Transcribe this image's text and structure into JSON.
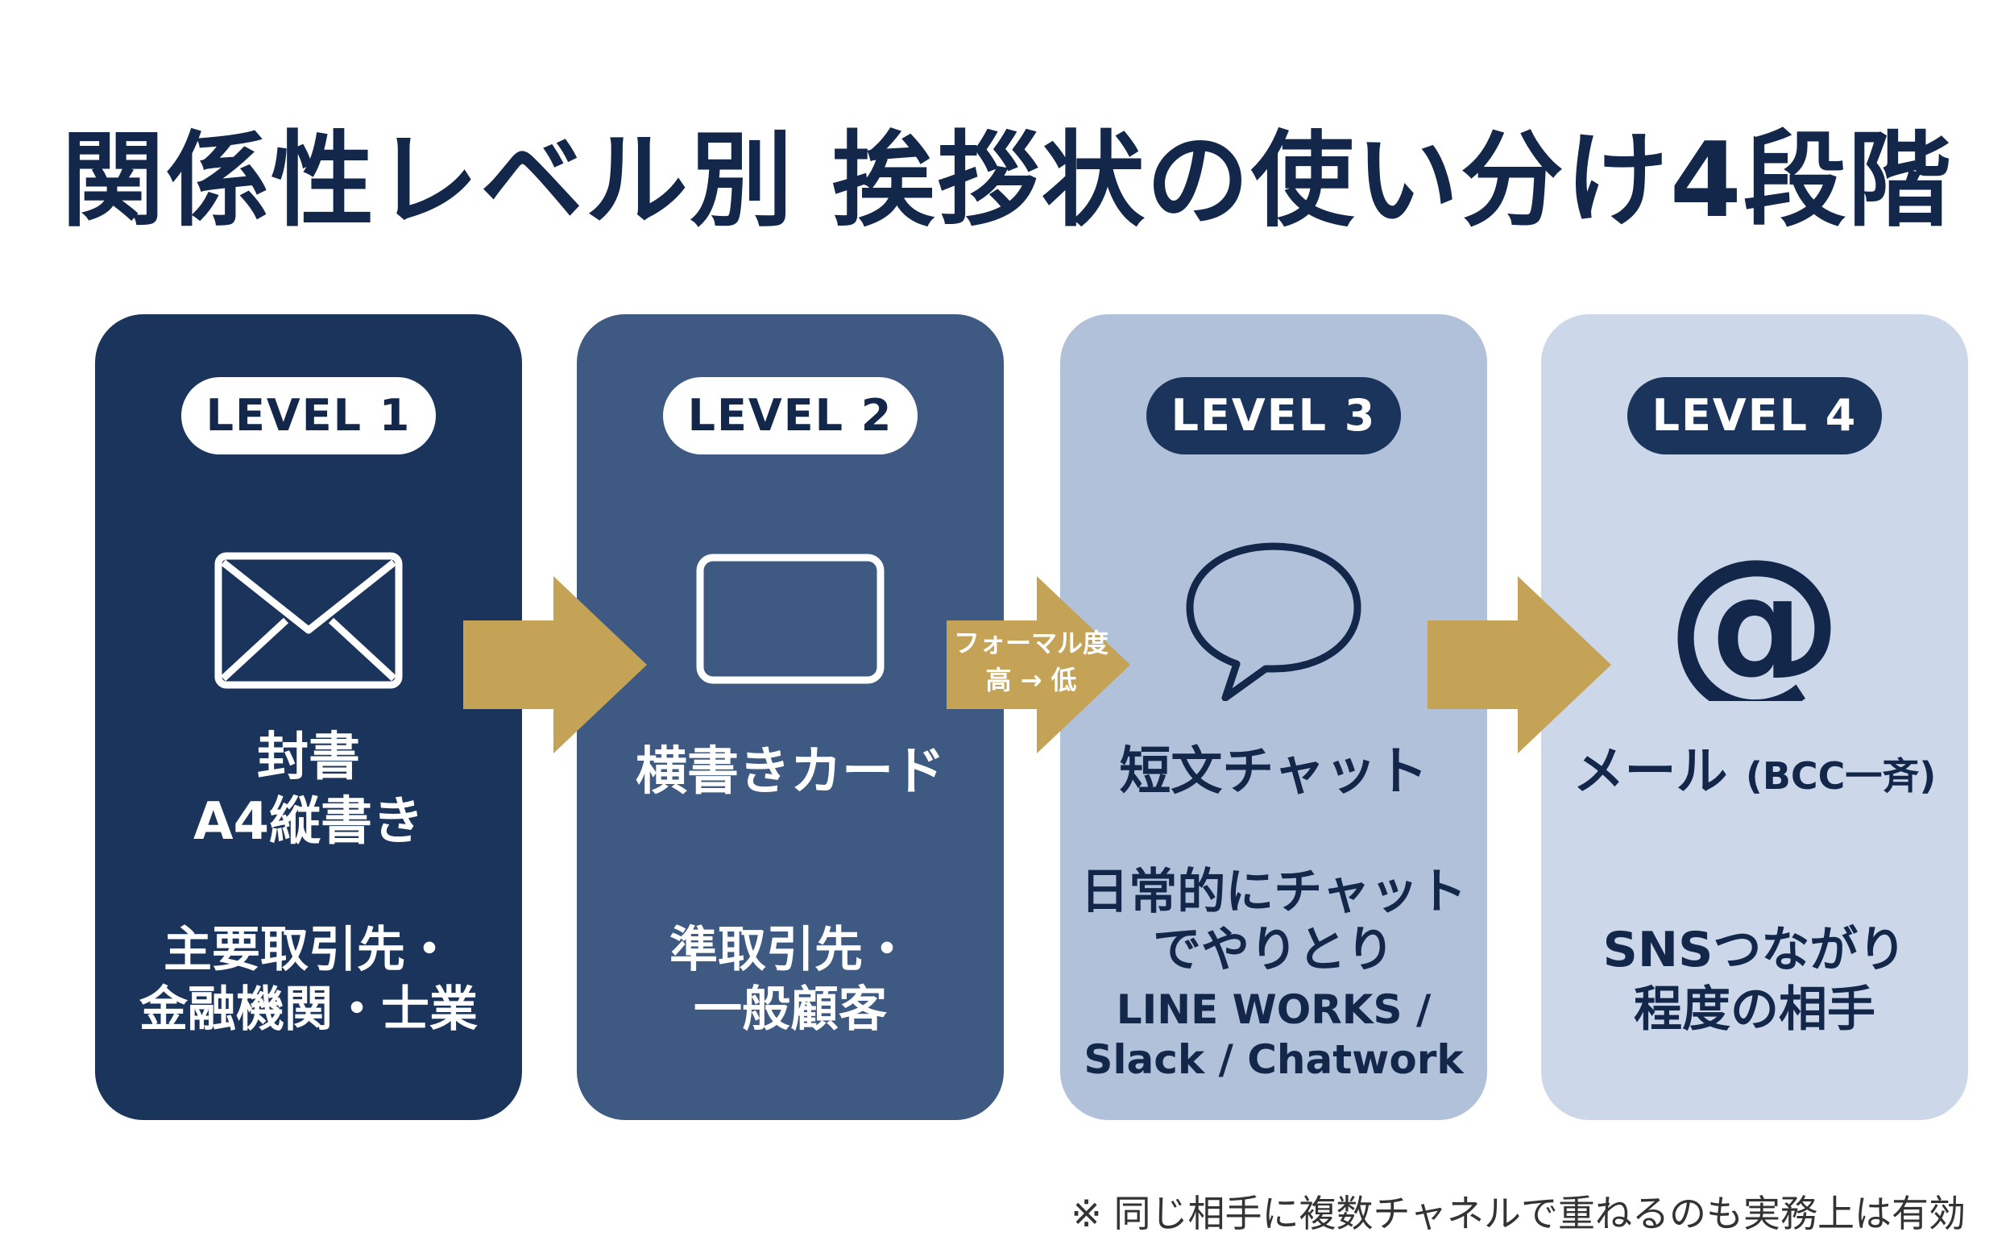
{
  "title": "関係性レベル別 挨拶状の使い分け4段階",
  "colors": {
    "navy": "#1b345c",
    "blue": "#3e5a82",
    "light_blue": "#b1c1da",
    "pale_blue": "#ccd8ea",
    "gold": "#c4a357"
  },
  "levels": [
    {
      "badge": "LEVEL 1",
      "icon": "envelope-icon",
      "name_line1": "封書",
      "name_line2": "A4縦書き",
      "desc_line1": "主要取引先・",
      "desc_line2": "金融機関・士業"
    },
    {
      "badge": "LEVEL 2",
      "icon": "card-icon",
      "name_line1": "横書きカード",
      "desc_line1": "準取引先・",
      "desc_line2": "一般顧客"
    },
    {
      "badge": "LEVEL 3",
      "icon": "chat-bubble-icon",
      "name_line1": "短文チャット",
      "desc_line1": "日常的にチャット",
      "desc_line2": "でやりとり",
      "sub_line1": "LINE WORKS /",
      "sub_line2": "Slack / Chatwork"
    },
    {
      "badge": "LEVEL 4",
      "icon": "at-sign-icon",
      "name_main": "メール",
      "name_suffix": "(BCC一斉)",
      "desc_line1": "SNSつながり",
      "desc_line2": "程度の相手"
    }
  ],
  "arrow_label": {
    "line1": "フォーマル度",
    "line2": "高 → 低"
  },
  "footnote": "※ 同じ相手に複数チャネルで重ねるのも実務上は有効"
}
